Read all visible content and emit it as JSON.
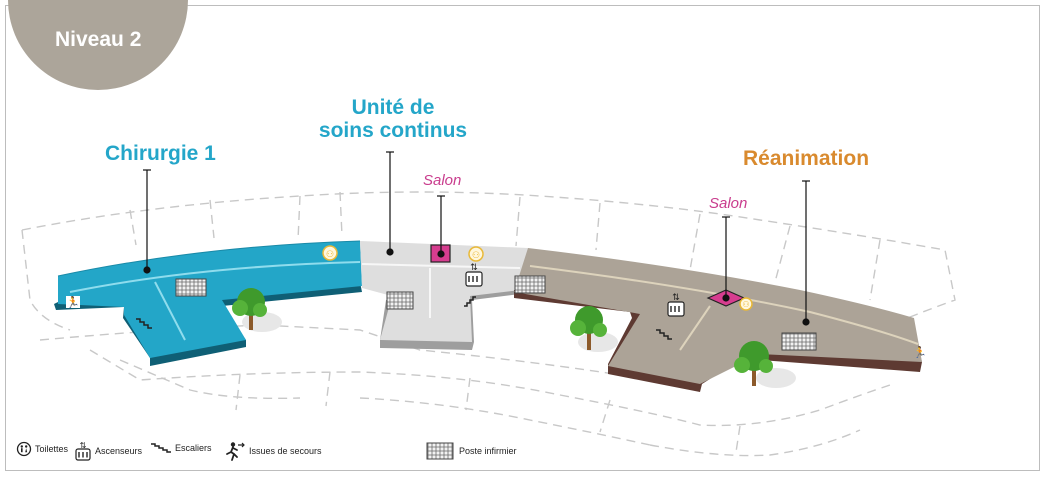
{
  "level": {
    "title": "Niveau 2"
  },
  "units": {
    "chirurgie": {
      "name": "Chirurgie 1",
      "color": "#24a6c9"
    },
    "usc": {
      "name_line1": "Unité de",
      "name_line2": "soins continus",
      "color": "#24a6c9"
    },
    "reanimation": {
      "name": "Réanimation",
      "color": "#d98a2e"
    }
  },
  "salons": [
    {
      "label": "Salon"
    },
    {
      "label": "Salon"
    }
  ],
  "colors": {
    "badge": "#aca59a",
    "chirurgie_wing": "#23a6c8",
    "usc_wing": "#dedede",
    "reanimation_wing": "#aca397",
    "salon": "#d63d8f",
    "toilet_icon": "#e9b938",
    "tree": "#3f9a2c"
  },
  "legend": {
    "toilets": {
      "label": "Toilettes",
      "icon": "toilets-icon"
    },
    "elevators": {
      "label": "Ascenseurs",
      "icon": "elevator-icon"
    },
    "stairs": {
      "label": "Escaliers",
      "icon": "stairs-icon"
    },
    "exits": {
      "label": "Issues de secours",
      "icon": "emergency-exit-icon"
    },
    "nurse": {
      "label": "Poste infirmier",
      "icon": "nurse-station-icon"
    }
  }
}
